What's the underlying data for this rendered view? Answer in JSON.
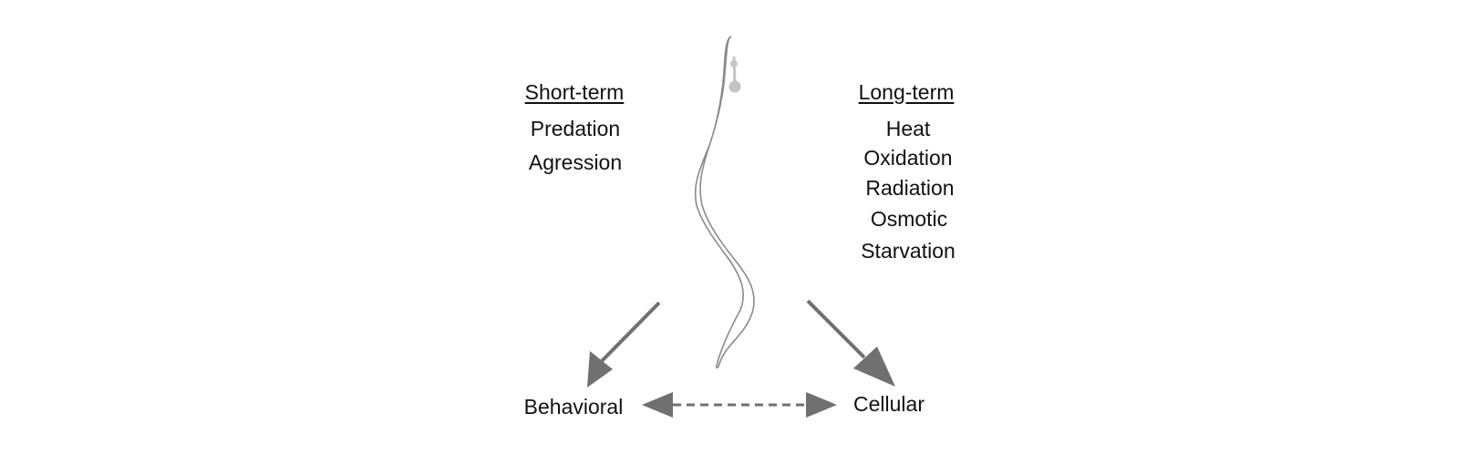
{
  "short_term": {
    "heading": "Short-term",
    "items": [
      "Predation",
      "Agression"
    ]
  },
  "long_term": {
    "heading": "Long-term",
    "items": [
      "Heat",
      "Oxidation",
      "Radiation",
      "Osmotic",
      "Starvation"
    ]
  },
  "outcomes": {
    "behavioral": "Behavioral",
    "cellular": "Cellular"
  },
  "colors": {
    "arrow": "#707070",
    "worm_outline": "#8a8a8a",
    "worm_organ": "#c4c4c4",
    "text": "#111111"
  },
  "icons": {
    "organism": "worm-icon"
  }
}
